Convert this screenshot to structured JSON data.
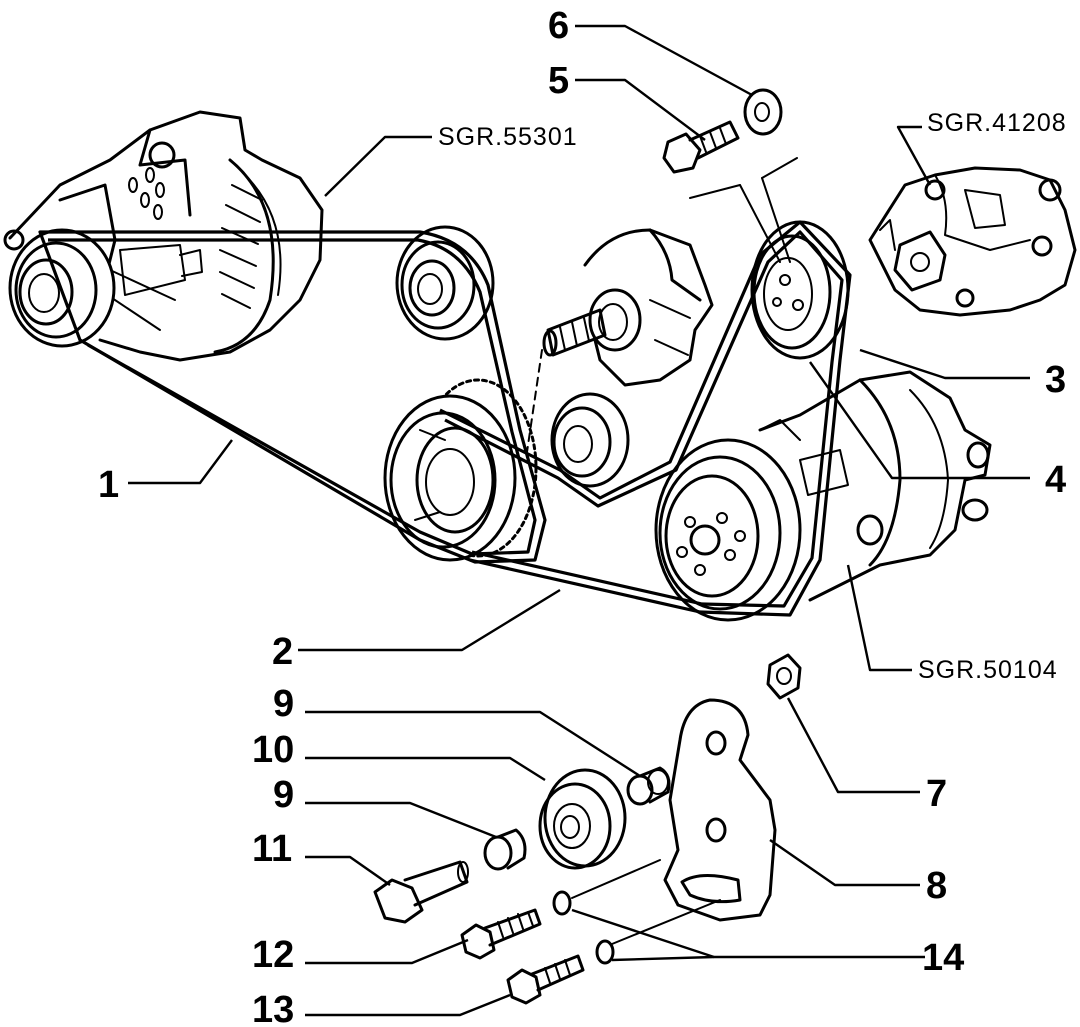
{
  "callouts": {
    "c1": "1",
    "c2": "2",
    "c3": "3",
    "c4": "4",
    "c5": "5",
    "c6": "6",
    "c7": "7",
    "c8": "8",
    "c9a": "9",
    "c9b": "9",
    "c10": "10",
    "c11": "11",
    "c12": "12",
    "c13": "13",
    "c14": "14"
  },
  "references": {
    "alternator": "SGR.55301",
    "power_steering_pump": "SGR.41208",
    "ac_compressor": "SGR.50104"
  }
}
